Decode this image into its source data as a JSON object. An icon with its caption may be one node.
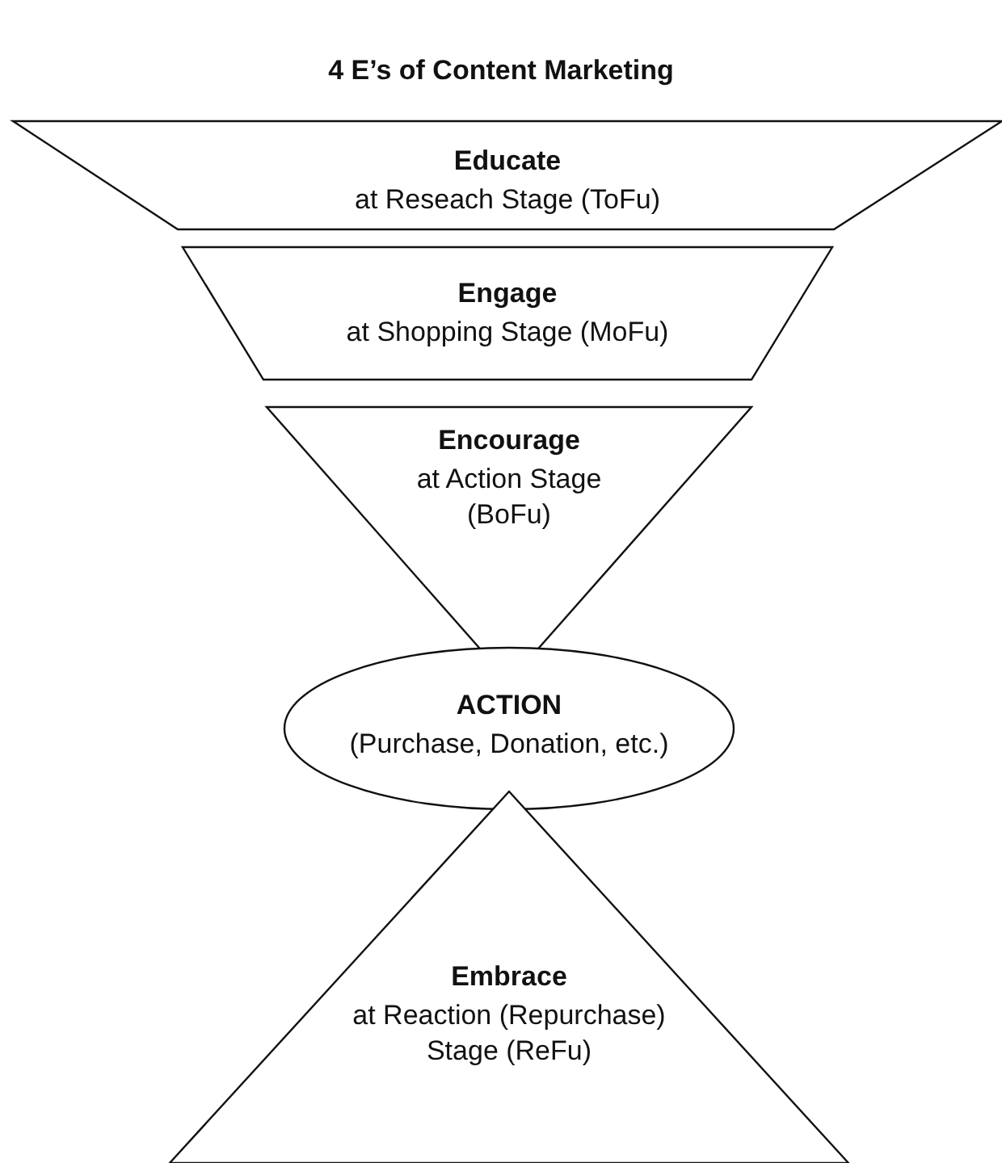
{
  "diagram": {
    "title": "4 E’s of Content Marketing",
    "nodes": [
      {
        "text": [
          "Educate",
          "at Reseach Stage (ToFu)"
        ]
      },
      {
        "text": [
          "Engage",
          "at Shopping Stage (MoFu)"
        ]
      },
      {
        "text": [
          "Encourage",
          "at Action Stage (BoFu)"
        ]
      },
      {
        "text": [
          "ACTION",
          "(Purchase, Donation, etc.)"
        ]
      },
      {
        "text": [
          "Embrace",
          "at Reaction (Repurchase) Stage (ReFu)"
        ]
      }
    ]
  }
}
